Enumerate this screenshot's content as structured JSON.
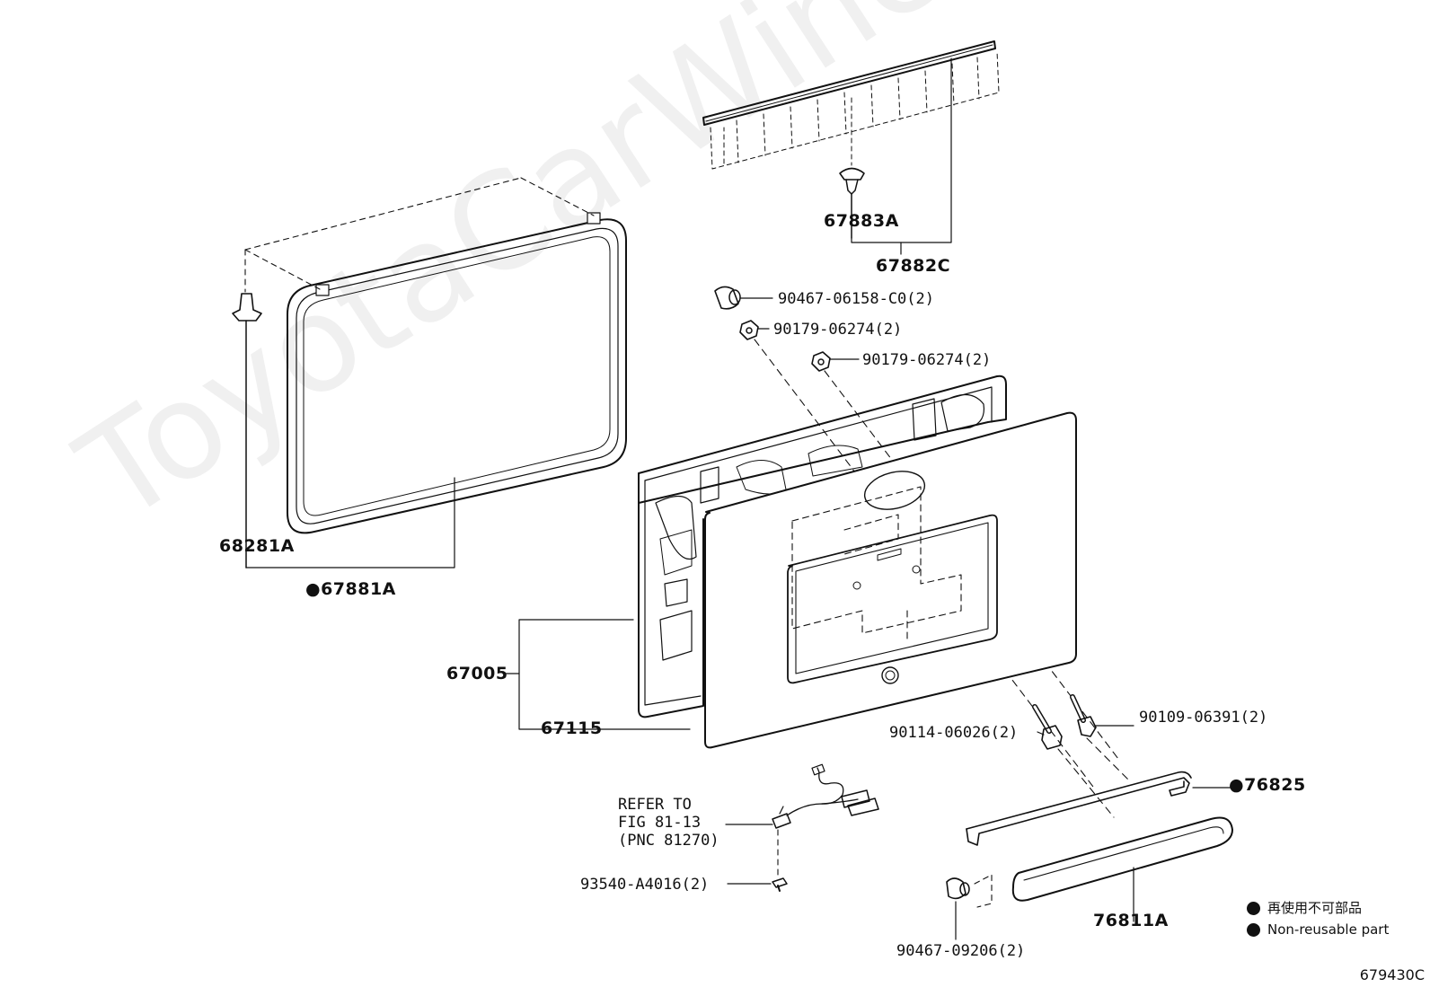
{
  "watermark": "ToyotaCarWine.ru",
  "doc_id": "679430C",
  "parts": {
    "p67883A": "67883A",
    "p67882C": "67882C",
    "p90467_06158": "90467-06158-C0(2)",
    "p90179_a": "90179-06274(2)",
    "p90179_b": "90179-06274(2)",
    "p68281A": "68281A",
    "p67881A": "●67881A",
    "p67005": "67005",
    "p67115": "67115",
    "p90114": "90114-06026(2)",
    "p90109": "90109-06391(2)",
    "p76825": "●76825",
    "ref_note": "REFER TO\nFIG 81-13\n(PNC 81270)",
    "p93540": "93540-A4016(2)",
    "p76811A": "76811A",
    "p90467_09206": "90467-09206(2)"
  },
  "legend": {
    "japanese": "再使用不可部品",
    "english": "Non-reusable part"
  },
  "colors": {
    "line": "#111111",
    "watermark": "#000000"
  }
}
